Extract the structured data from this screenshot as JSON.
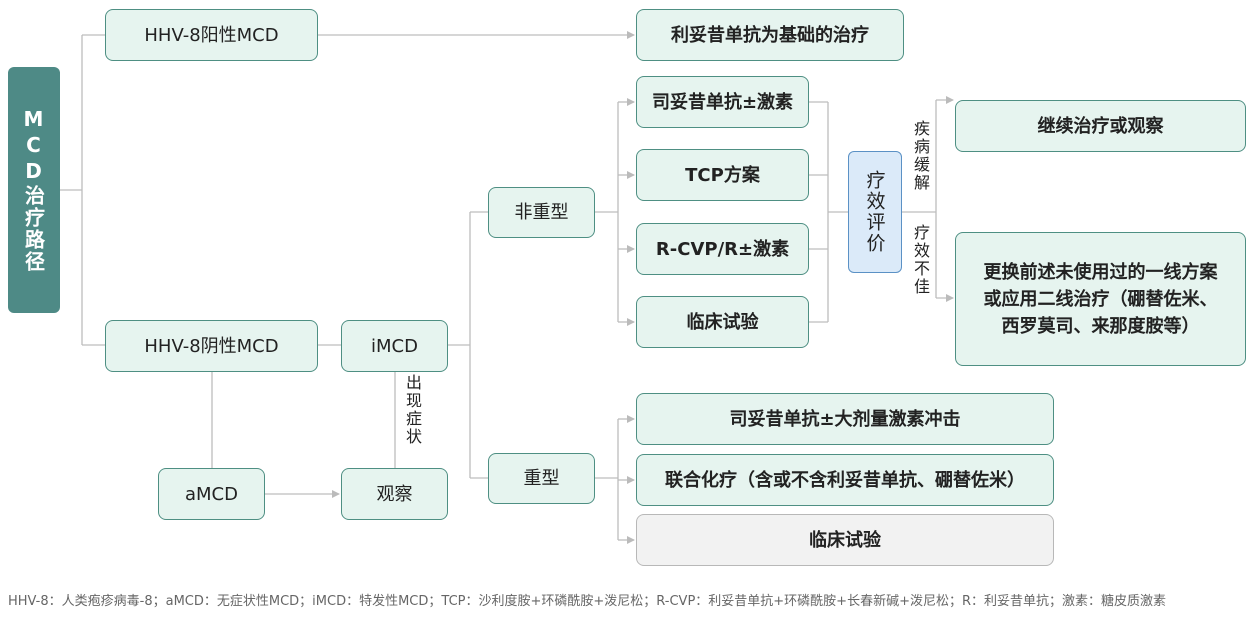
{
  "root": "MCD治疗路径",
  "nodes": {
    "hhv8_pos": "HHV-8阳性MCD",
    "hhv8_neg": "HHV-8阴性MCD",
    "imcd": "iMCD",
    "amcd": "aMCD",
    "observe": "观察",
    "non_severe": "非重型",
    "severe": "重型",
    "rituximab_based": "利妥昔单抗为基础的治疗",
    "siltuximab_steroid": "司妥昔单抗±激素",
    "tcp": "TCP方案",
    "rcvp": "R-CVP/R±激素",
    "trial_1": "临床试验",
    "eval": "疗效评价",
    "continue": "继续治疗或观察",
    "switch_line1": "更换前述未使用过的一线方案",
    "switch_line2": "或应用二线治疗（硼替佐米、",
    "switch_line3": "西罗莫司、来那度胺等）",
    "siltuximab_high": "司妥昔单抗±大剂量激素冲击",
    "combo_chemo": "联合化疗（含或不含利妥昔单抗、硼替佐米）",
    "trial_2": "临床试验"
  },
  "edge_labels": {
    "symptoms": "出现症状",
    "remission": "疾病缓解",
    "poor": "疗效不佳"
  },
  "footnote": "HHV-8：人类疱疹病毒-8；aMCD：无症状性MCD；iMCD：特发性MCD；TCP：沙利度胺+环磷酰胺+泼尼松；R-CVP：利妥昔单抗+环磷酰胺+长春新碱+泼尼松；R：利妥昔单抗；激素：糖皮质激素"
}
